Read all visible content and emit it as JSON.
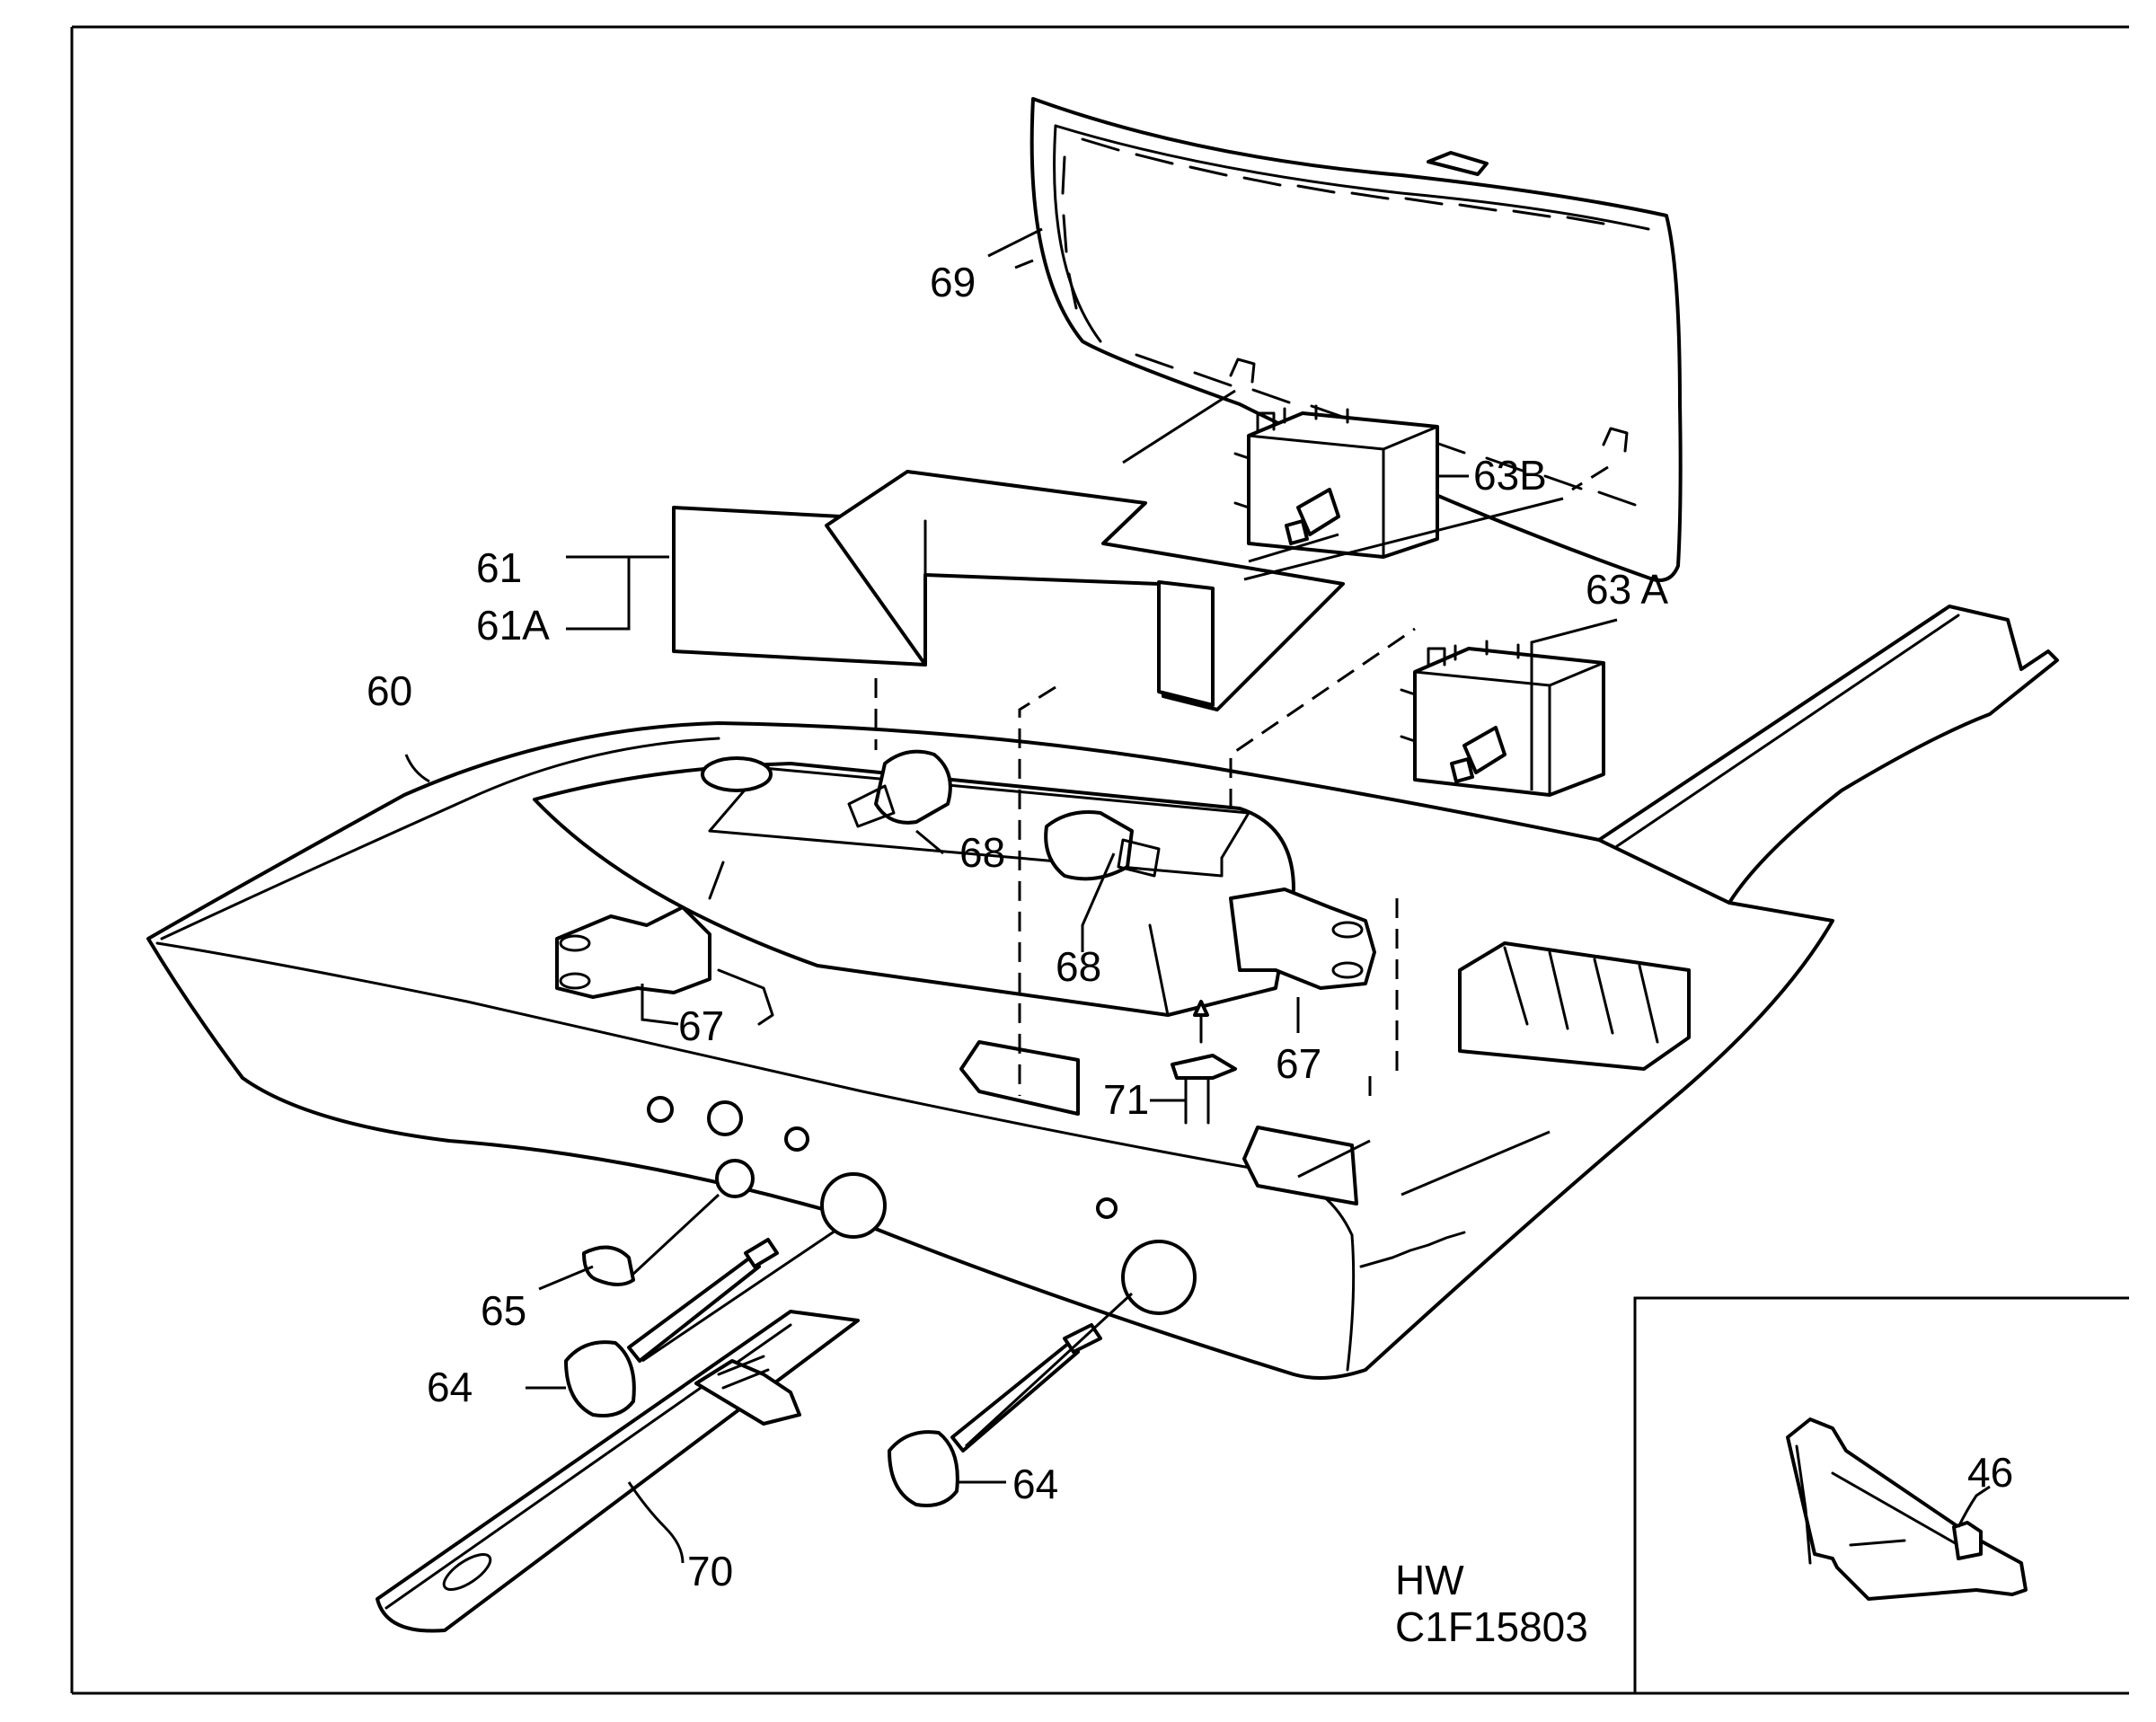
{
  "labels": {
    "p60": "60",
    "p61": "61",
    "p61a": "61A",
    "p63a": "63 A",
    "p63b": "63B",
    "p64_left": "64",
    "p64_right": "64",
    "p65": "65",
    "p67_left": "67",
    "p67_right": "67",
    "p68_upper": "68",
    "p68_lower": "68",
    "p69": "69",
    "p70": "70",
    "p71": "71",
    "p46": "46"
  },
  "drawing_code": {
    "line1": "HW",
    "line2": "C1F15803"
  },
  "colors": {
    "ink": "#000000",
    "paper": "#ffffff"
  }
}
